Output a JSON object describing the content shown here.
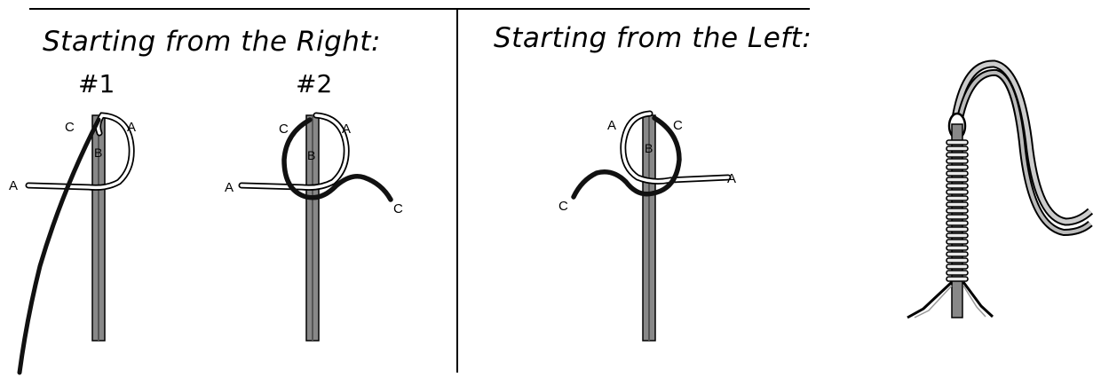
{
  "headings": {
    "right": "Starting from the Right:",
    "left": "Starting from the Left:"
  },
  "steps": {
    "one": "#1",
    "two": "#2"
  },
  "labels": {
    "a": "A",
    "b": "B",
    "c": "C"
  },
  "colors": {
    "cord_dark": "#1a1a1a",
    "cord_light": "#ffffff",
    "outline": "#000000",
    "rule": "#000000"
  }
}
